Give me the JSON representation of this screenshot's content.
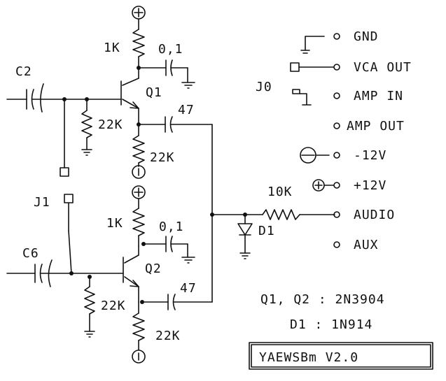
{
  "components": {
    "c2": "C2",
    "c6": "C6",
    "q1": "Q1",
    "q2": "Q2",
    "r1k_top": "1K",
    "r1k_bottom": "1K",
    "cap_01_top": "0,1",
    "cap_01_bottom": "0,1",
    "cap_47_top": "47",
    "cap_47_bottom": "47",
    "r22k_q1_base": "22K",
    "r22k_q1_emitter": "22K",
    "r22k_q2_base": "22K",
    "r22k_q2_emitter": "22K",
    "j1": "J1",
    "r10k": "10K",
    "d1": "D1"
  },
  "connector": {
    "label": "J0",
    "pins": [
      "GND",
      "VCA OUT",
      "AMP IN",
      "AMP OUT",
      "-12V",
      "+12V",
      "AUDIO",
      "AUX"
    ]
  },
  "notes": {
    "transistors": "Q1, Q2 : 2N3904",
    "diode": "D1 : 1N914",
    "title": "YAEWSBm V2.0"
  }
}
